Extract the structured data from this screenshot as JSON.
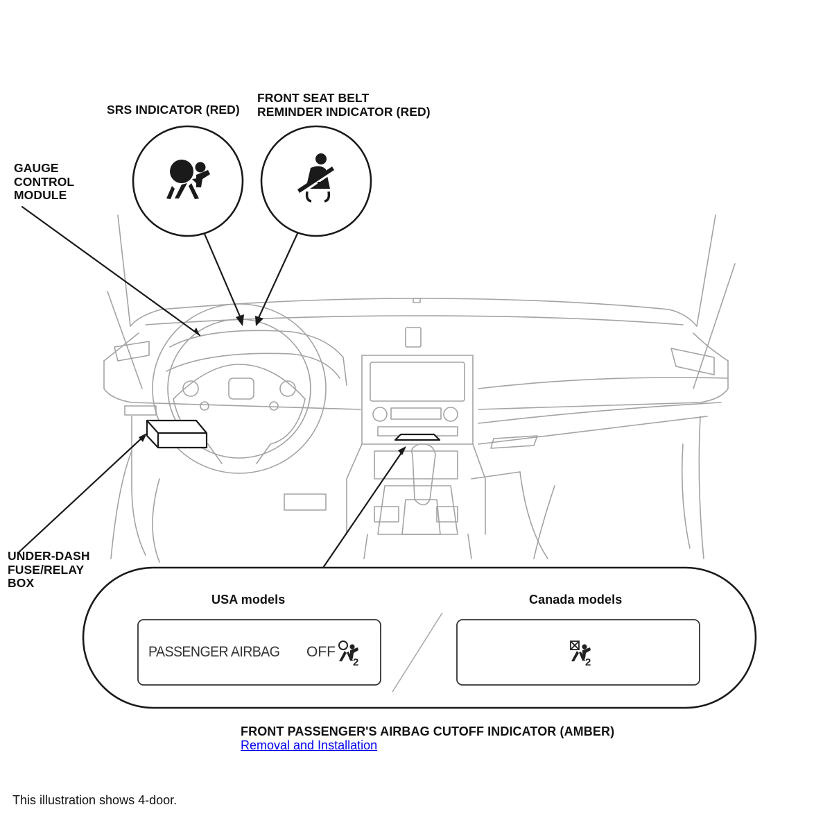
{
  "labels": {
    "srs_indicator": "SRS INDICATOR (RED)",
    "seat_belt_line1": "FRONT SEAT BELT",
    "seat_belt_line2": "REMINDER INDICATOR (RED)",
    "gauge_line1": "GAUGE",
    "gauge_line2": "CONTROL",
    "gauge_line3": "MODULE",
    "fuse_line1": "UNDER-DASH",
    "fuse_line2": "FUSE/RELAY",
    "fuse_line3": "BOX",
    "usa_models": "USA models",
    "canada_models": "Canada models",
    "passenger_airbag": "PASSENGER AIRBAG",
    "off": "OFF",
    "cutoff_indicator": "FRONT PASSENGER'S AIRBAG CUTOFF INDICATOR (AMBER)"
  },
  "link": {
    "removal": "Removal and Installation"
  },
  "footnote": "This illustration shows 4-door.",
  "icons": [
    "srs-airbag-icon",
    "seat-belt-icon",
    "airbag-off-icon"
  ],
  "colors": {
    "line": "#1a1a1a",
    "dash_line": "#9a9a9a",
    "link": "#0000ee"
  }
}
